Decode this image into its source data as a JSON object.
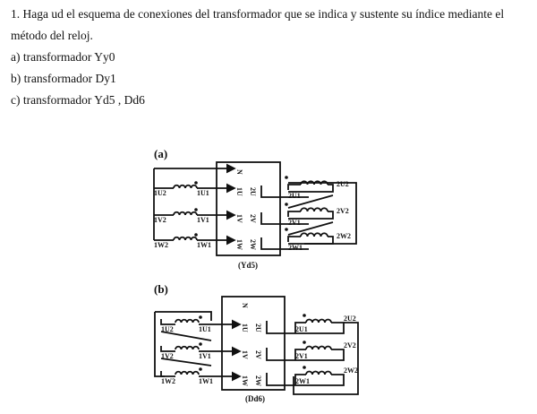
{
  "question": {
    "line1": "1. Haga ud el esquema de conexiones del transformador que se indica y sustente su índice mediante el",
    "line2": "método del reloj.",
    "items": [
      "a) transformador Yy0",
      "b) transformador Dy1",
      "c) transformador Yd5 , Dd6"
    ]
  },
  "diagram_a": {
    "label": "(a)",
    "caption": "(Yd5)",
    "neutral": "N",
    "primary": [
      "1U2",
      "1U1",
      "1V2",
      "1V1",
      "1W2",
      "1W1"
    ],
    "terminals_hv": [
      "1U",
      "1V",
      "1W"
    ],
    "terminals_lv": [
      "2U",
      "2V",
      "2W"
    ],
    "secondary": [
      "2U1",
      "2U2",
      "2V1",
      "2V2",
      "2W1",
      "2W2"
    ]
  },
  "diagram_b": {
    "label": "(b)",
    "caption": "(Dd6)",
    "neutral": "N",
    "primary": [
      "1U2",
      "1U1",
      "1V2",
      "1V1",
      "1W2",
      "1W1"
    ],
    "terminals_hv": [
      "1U",
      "1V",
      "1W"
    ],
    "terminals_lv": [
      "2U",
      "2V",
      "2W"
    ],
    "secondary": [
      "2U1",
      "2U2",
      "2V1",
      "2V2",
      "2W1",
      "2W2"
    ]
  }
}
